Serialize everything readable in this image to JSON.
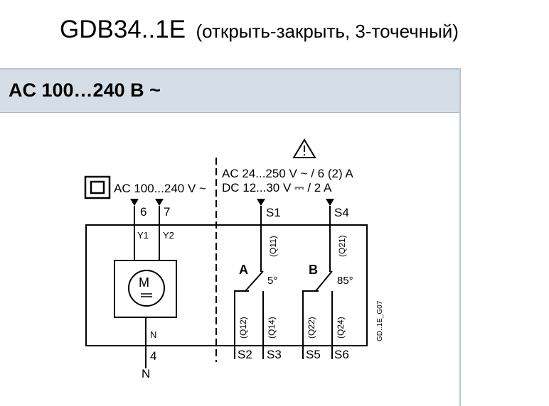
{
  "title": {
    "model": "GDB34..1E",
    "description": "(открыть-закрыть, 3-точечный)"
  },
  "section": {
    "header": "AC 100…240 В ~"
  },
  "diagram": {
    "supply_label": "AC 100...240 V ~",
    "warning_symbol": "⚠",
    "aux_rating_ac": "AC 24...250 V ~ / 6 (2) A",
    "aux_rating_dc": "DC 12...30 V ⎓ / 2 A",
    "motor_label": "M",
    "terminals": {
      "t6": "6",
      "t7": "7",
      "t4": "4",
      "n": "N",
      "s1": "S1",
      "s4": "S4",
      "s2": "S2",
      "s3": "S3",
      "s5": "S5",
      "s6": "S6"
    },
    "wires": {
      "y1": "Y1",
      "y2": "Y2",
      "n_inner": "N"
    },
    "switch_a": {
      "name": "A",
      "angle": "5°",
      "q11": "(Q11)",
      "q12": "(Q12)",
      "q14": "(Q14)"
    },
    "switch_b": {
      "name": "B",
      "angle": "85°",
      "q21": "(Q21)",
      "q22": "(Q22)",
      "q24": "(Q24)"
    },
    "drawing_code": "GD..1E_G07",
    "icons": {
      "double_insulation": "square-in-square-icon",
      "arrow": "triangle-down-icon"
    }
  }
}
